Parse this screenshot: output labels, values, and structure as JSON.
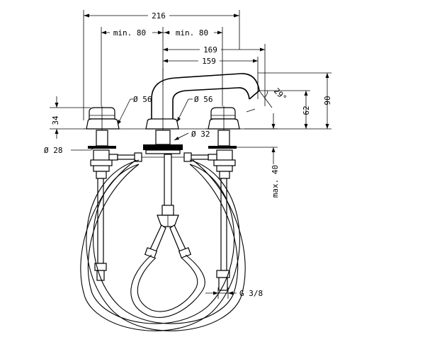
{
  "dimensions": {
    "overall_width": "216",
    "min_left": "min. 80",
    "min_right": "min. 80",
    "spout_reach_outer": "169",
    "spout_reach_inner": "159",
    "handle_diameter_left": "Ø 56",
    "handle_diameter_right": "Ø 56",
    "spout_base_diameter": "Ø 32",
    "handle_height": "34",
    "shank_diameter": "Ø 28",
    "spout_angle": "29°",
    "spout_height_62": "62",
    "spout_height_90": "90",
    "max_deck": "max. 40",
    "connection_thread": "G 3/8"
  }
}
